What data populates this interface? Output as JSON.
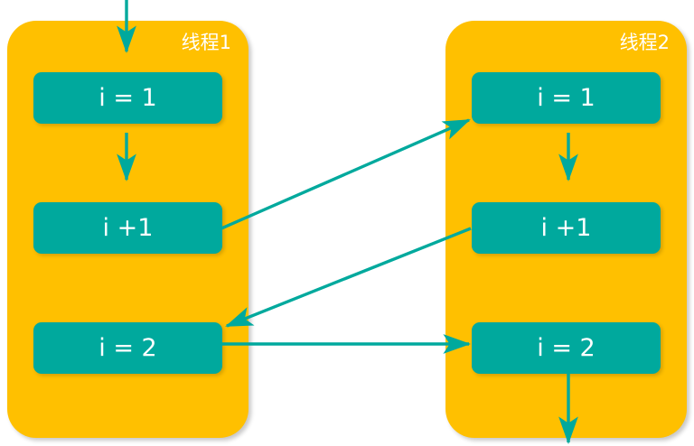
{
  "diagram": {
    "title": "thread-interleaving-diagram",
    "colors": {
      "panel": "#FFC000",
      "box": "#00A99D",
      "arrow": "#00A99D",
      "text": "#FFFFFF",
      "background": "#FFFFFF"
    },
    "threads": [
      {
        "id": "thread-1",
        "label": "线程1",
        "steps": [
          {
            "id": "t1-s1",
            "label": "i = 1"
          },
          {
            "id": "t1-s2",
            "label": "i +1"
          },
          {
            "id": "t1-s3",
            "label": "i = 2"
          }
        ]
      },
      {
        "id": "thread-2",
        "label": "线程2",
        "steps": [
          {
            "id": "t2-s1",
            "label": "i = 1"
          },
          {
            "id": "t2-s2",
            "label": "i +1"
          },
          {
            "id": "t2-s3",
            "label": "i = 2"
          }
        ]
      }
    ],
    "connectors": [
      {
        "id": "entry-arrow",
        "name": "entry-arrow-into-thread-1",
        "kind": "vertical-down"
      },
      {
        "id": "t1-s1-to-s2",
        "name": "thread-1-step1-to-step2",
        "kind": "vertical-down"
      },
      {
        "id": "t1-s2-to-t2-s1",
        "name": "thread-1-increment-to-thread-2-read",
        "kind": "diagonal-up-right"
      },
      {
        "id": "t2-s1-to-s2",
        "name": "thread-2-step1-to-step2",
        "kind": "vertical-down"
      },
      {
        "id": "t2-s2-to-t1-s3",
        "name": "thread-2-increment-to-thread-1-write",
        "kind": "diagonal-down-left"
      },
      {
        "id": "t1-s3-to-t2-s3",
        "name": "thread-1-write-to-thread-2-write",
        "kind": "horizontal-right"
      },
      {
        "id": "exit-arrow",
        "name": "exit-arrow-from-thread-2",
        "kind": "vertical-down"
      }
    ]
  }
}
